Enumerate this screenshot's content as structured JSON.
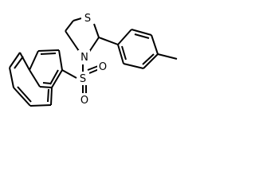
{
  "molecule": {
    "atoms": {
      "sulfur_ring": "S",
      "nitrogen": "N",
      "sulfur_sulfonyl": "S",
      "oxygen_upper": "O",
      "oxygen_lower": "O"
    }
  }
}
